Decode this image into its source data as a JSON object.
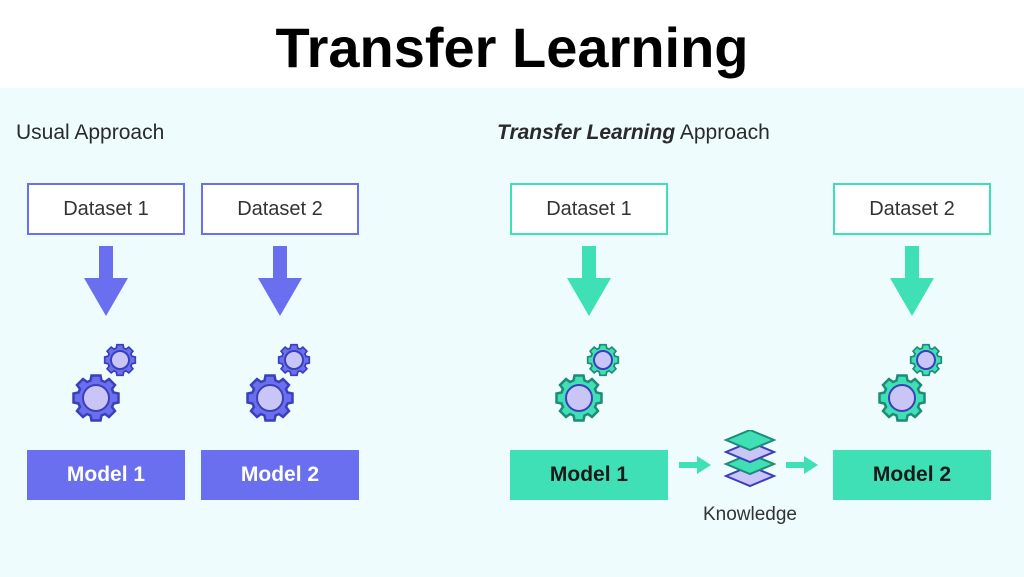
{
  "title": "Transfer Learning",
  "colors": {
    "blue": "#6a6ff0",
    "green": "#3fe0b5",
    "panel_bg": "#eefcfd"
  },
  "usual": {
    "heading": "Usual Approach",
    "datasets": [
      "Dataset 1",
      "Dataset 2"
    ],
    "models": [
      "Model 1",
      "Model 2"
    ]
  },
  "transfer": {
    "heading_emphasis": "Transfer Learning",
    "heading_rest": " Approach",
    "datasets": [
      "Dataset 1",
      "Dataset 2"
    ],
    "models": [
      "Model 1",
      "Model 2"
    ],
    "knowledge_label": "Knowledge"
  },
  "icons": [
    "down-arrow-icon",
    "gears-icon",
    "right-arrow-icon",
    "layers-icon"
  ]
}
